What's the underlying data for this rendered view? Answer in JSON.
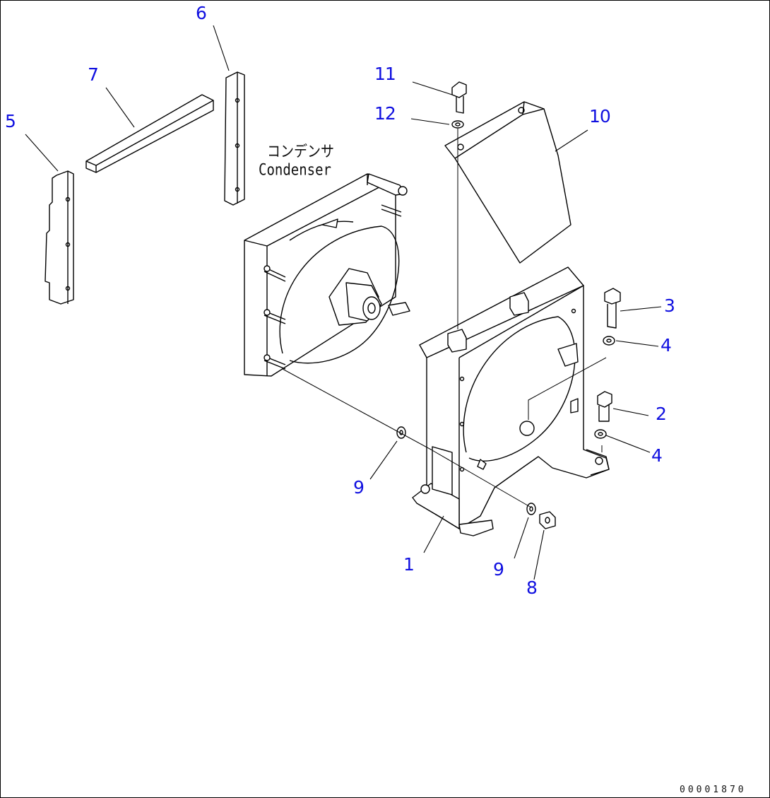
{
  "callouts": [
    {
      "id": "c1",
      "text": "1"
    },
    {
      "id": "c2",
      "text": "2"
    },
    {
      "id": "c3",
      "text": "3"
    },
    {
      "id": "c4a",
      "text": "4"
    },
    {
      "id": "c4b",
      "text": "4"
    },
    {
      "id": "c5",
      "text": "5"
    },
    {
      "id": "c6",
      "text": "6"
    },
    {
      "id": "c7",
      "text": "7"
    },
    {
      "id": "c8",
      "text": "8"
    },
    {
      "id": "c9a",
      "text": "9"
    },
    {
      "id": "c9b",
      "text": "9"
    },
    {
      "id": "c10",
      "text": "10"
    },
    {
      "id": "c11",
      "text": "11"
    },
    {
      "id": "c12",
      "text": "12"
    }
  ],
  "component_label": {
    "japanese": "コンデンサ",
    "english": "Condenser"
  },
  "drawing_number": "00001870",
  "colors": {
    "callout": "#1010e0",
    "line": "#000000",
    "background": "#ffffff"
  }
}
